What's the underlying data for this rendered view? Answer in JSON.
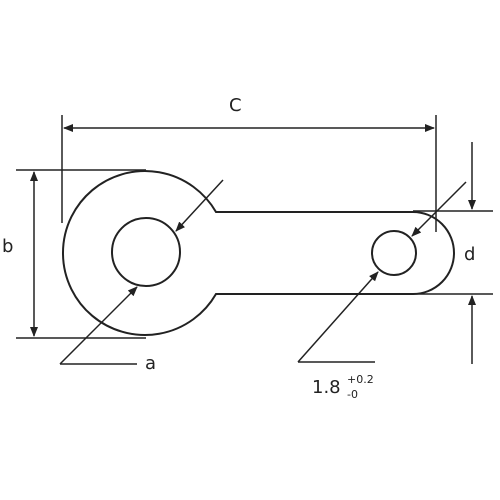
{
  "diagram": {
    "line_color": "#222222",
    "background": "#ffffff",
    "labels": {
      "c": "C",
      "b": "b",
      "d": "d",
      "a": "a",
      "hole_dim": "1.8",
      "tol_plus": "+0.2",
      "tol_minus": "-0"
    }
  }
}
